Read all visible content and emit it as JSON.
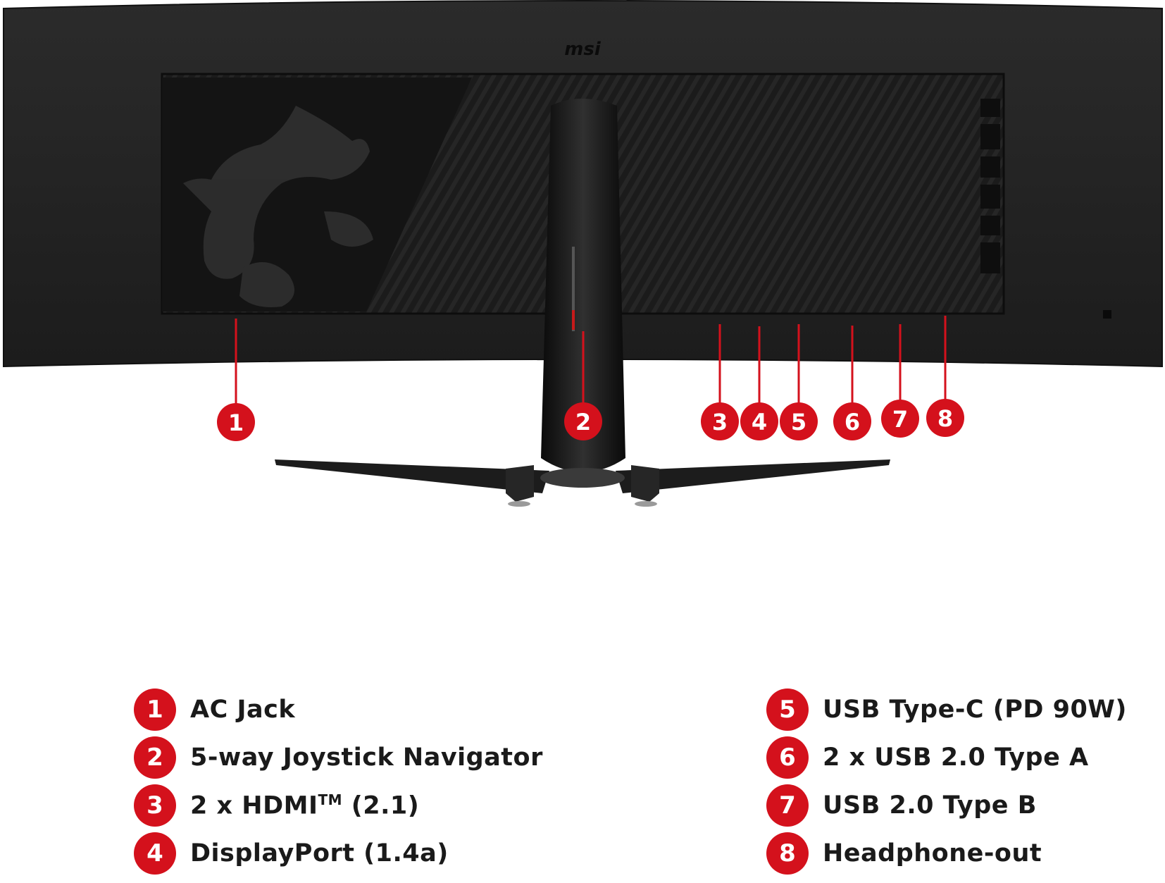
{
  "brand": "msi",
  "callout_color": "#d4111c",
  "callouts": [
    "1",
    "2",
    "3",
    "4",
    "5",
    "6",
    "7",
    "8"
  ],
  "legend": {
    "left": [
      {
        "num": "1",
        "label": "AC Jack"
      },
      {
        "num": "2",
        "label": "5-way Joystick Navigator"
      },
      {
        "num": "3",
        "label": "2 x HDMI",
        "sup": "TM",
        "suffix": " (2.1)"
      },
      {
        "num": "4",
        "label": "DisplayPort (1.4a)"
      }
    ],
    "right": [
      {
        "num": "5",
        "label": "USB Type-C (PD 90W)"
      },
      {
        "num": "6",
        "label": "2 x USB 2.0 Type A"
      },
      {
        "num": "7",
        "label": "USB 2.0 Type B"
      },
      {
        "num": "8",
        "label": "Headphone-out"
      }
    ]
  }
}
